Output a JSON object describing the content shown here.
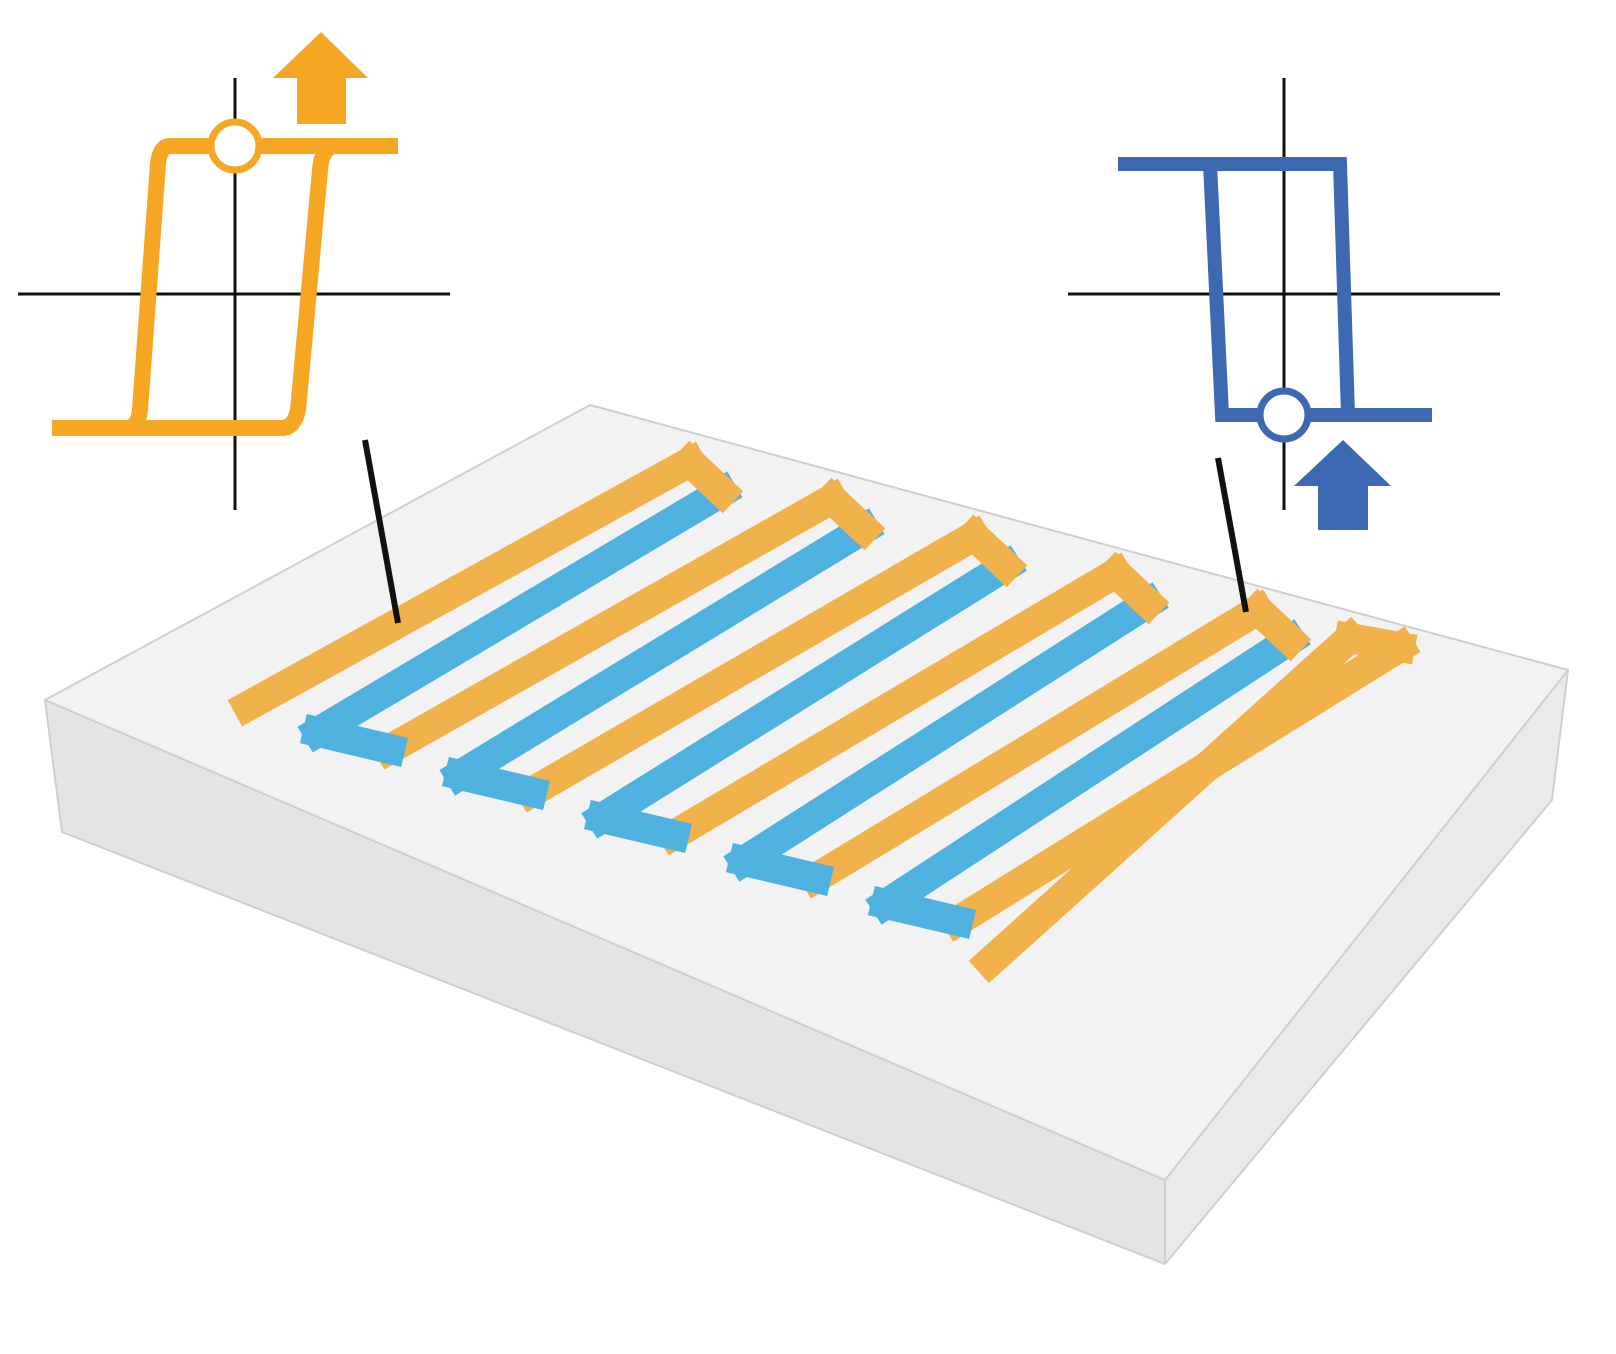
{
  "colors": {
    "background": "#ffffff",
    "substrate_top": "#f2f2f2",
    "substrate_front": "#e4e4e4",
    "substrate_side": "#eaeaea",
    "substrate_edge": "#cfcfcf",
    "orange_magnet": "#f1b14b",
    "blue_magnet": "#4fb1e0",
    "hysteresis_orange": "#f5a623",
    "hysteresis_blue": "#3d68b2",
    "axes": "#111111",
    "leader_line": "#111111"
  },
  "left_loop": {
    "curve": "square-hysteresis-loop",
    "state_marker": "upper-branch-at-zero-field",
    "arrow": "up-arrow-icon"
  },
  "right_loop": {
    "curve": "square-hysteresis-loop",
    "state_marker": "lower-branch-at-zero-field",
    "arrow": "up-arrow-icon"
  },
  "device": {
    "pattern": "meander",
    "segments": 12,
    "segment_colors": [
      "orange",
      "blue",
      "orange",
      "blue",
      "orange",
      "blue",
      "orange",
      "blue",
      "orange",
      "blue",
      "orange",
      "orange"
    ]
  }
}
